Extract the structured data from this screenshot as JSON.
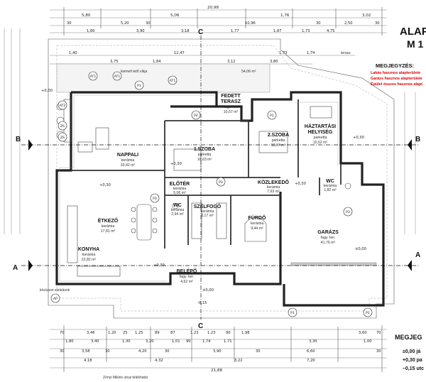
{
  "title": {
    "line1": "ALAP",
    "line2": "M 1"
  },
  "notes": {
    "heading": "MEGJEGYZÉS:",
    "lines": [
      "Lakás hasznos alapterülete",
      "Garázs hasznos alapterülete",
      "Épület összes hasznos alapt"
    ]
  },
  "levels": {
    "heading": "MEGJEG",
    "lines": [
      "±0,00 já",
      "+0,30 pa",
      "–0,15 utc"
    ]
  },
  "sections": {
    "a": "A",
    "b": "B",
    "c": "C"
  },
  "overall_dimension": "20,98",
  "top_dims_row1": [
    "5,80",
    "5,06",
    "1,76",
    "3,02"
  ],
  "top_dims_row2": [
    "30",
    "5,20",
    "30",
    "10,96",
    "30",
    "2,50",
    "30"
  ],
  "top_dims_row3": [
    "1,80",
    "3,90",
    "3,18",
    "1,77",
    "1,87",
    "1,73",
    "4,75"
  ],
  "top_dims_row4": [
    "1,40",
    "12,47",
    "1,73",
    "1,74"
  ],
  "top_dims_row5": [
    "3,75",
    "1,84",
    "3,12",
    "3,80"
  ],
  "bottom_dims_row1": [
    "70",
    "3,46",
    "1,20",
    "25",
    "1,25",
    "89",
    "87",
    "1,23",
    "1,23",
    "90",
    "1,98",
    "3,60",
    "70"
  ],
  "bottom_dims_row2": [
    "1,80",
    "3,40",
    "1,30",
    "3,20",
    "1,01",
    "90",
    "1,74",
    "1,71",
    "3,30",
    "1,00"
  ],
  "bottom_dims_row3": [
    "30",
    "3,58",
    "30",
    "4,20",
    "30",
    "3,90",
    "30",
    "6,60",
    "30"
  ],
  "bottom_dims_row4": [
    "4,18",
    "4,32",
    "3,22",
    "7,20"
  ],
  "bottom_overall": "21,88",
  "street_label": "Zrínyi Miklós utcai telekhatár",
  "terrace_area": "54,06 m²",
  "terrace_label": "kiemelt tető síkja",
  "terasz_label": "terasz",
  "kozmu_label": "közüzesi elzárások",
  "rooms": [
    {
      "name": "FEDETT",
      "name2": "TERASZ",
      "floor": "fagy. ker.",
      "area": "10,57 m²"
    },
    {
      "name": "1.SZOBA",
      "floor": "parketta",
      "area": "16,63 m²"
    },
    {
      "name": "2.SZOBA",
      "floor": "parketta",
      "area": "15,07 m²"
    },
    {
      "name": "HÁZTARTÁSI",
      "name2": "HELYISÉG",
      "floor": "parketta",
      "area": "10,52 m²"
    },
    {
      "name": "NAPPALI",
      "floor": "kerámia",
      "area": "33,42 m²"
    },
    {
      "name": "ELŐTÉR",
      "floor": "kerámia",
      "area": "5,06 m²"
    },
    {
      "name": "KÖZLEKEDŐ",
      "floor": "kerámia",
      "area": "7,63 m²"
    },
    {
      "name": "WC",
      "floor": "kerámia",
      "area": "1,82 m²"
    },
    {
      "name": "WC",
      "floor": "kerámia",
      "area": "2,94 m²"
    },
    {
      "name": "SZÉLFOGÓ",
      "floor": "kerámia",
      "area": "8,17 m²"
    },
    {
      "name": "FÜRDŐ",
      "floor": "kerámia",
      "area": "9,44 m²"
    },
    {
      "name": "GARÁZS",
      "floor": "fagy. ker.",
      "area": "41,76 m²"
    },
    {
      "name": "ÉTKEZŐ",
      "floor": "kerámia",
      "area": "17,81 m²"
    },
    {
      "name": "KONYHA",
      "floor": "kerámia",
      "area": "22,82 m²"
    },
    {
      "name": "BELÉPŐ",
      "floor": "fagy. ker.",
      "area": "4,62 m²"
    }
  ],
  "levels_marks": [
    "+0,00",
    "+0,30",
    "+0,30",
    "+0,30",
    "+0,30",
    "+0,30",
    "±0,00",
    "-0,15",
    "±0,00"
  ],
  "bubbles": [
    "AT1",
    "AT1",
    "AT1",
    "P1",
    "P2",
    "P1",
    "P3",
    "P3",
    "P3",
    "P1",
    "P1",
    "AP",
    "AT2",
    "ZS",
    "ZS"
  ]
}
